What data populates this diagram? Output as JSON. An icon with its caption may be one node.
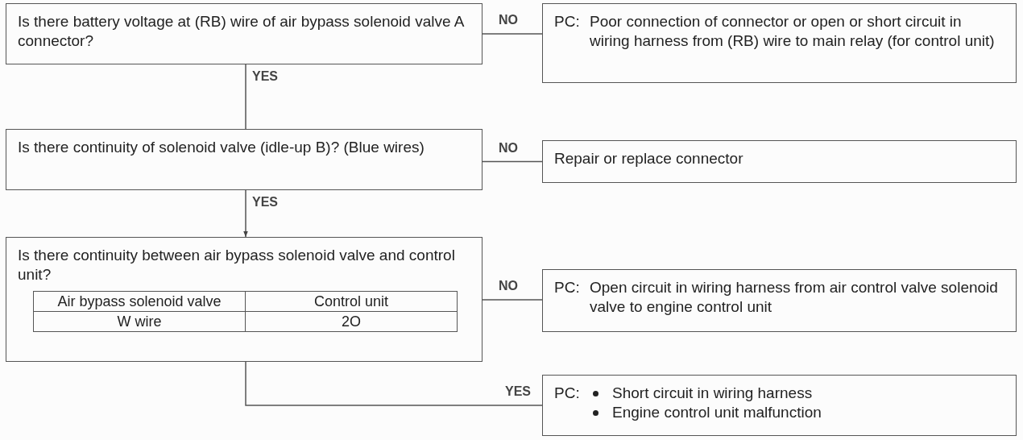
{
  "diagram": {
    "nodes": [
      {
        "text": [
          "Is there battery voltage at (RB) wire of air bypass solenoid valve A connector?"
        ]
      },
      {
        "text": [
          "PC:",
          "Poor connection of connector or open or short circuit in wiring harness from (RB) wire to main relay (for control unit)"
        ]
      },
      {
        "text": [
          "Is there continuity of solenoid valve (idle-up B)? (Blue wires)"
        ]
      },
      {
        "text": [
          "Repair or replace connector"
        ]
      },
      {
        "text": [
          "Is there continuity between air bypass solenoid valve and control unit?"
        ]
      },
      {
        "text": [
          "PC:",
          "Open circuit in wiring harness from air control valve solenoid valve to engine control unit"
        ]
      },
      {
        "text": [
          "PC:",
          "Short circuit in wiring harness",
          "Engine control unit malfunction"
        ]
      }
    ],
    "edges": [
      {
        "from": 0,
        "to": 1,
        "arrow": "none",
        "label": "NO"
      },
      {
        "from": 0,
        "to": 2,
        "arrow": "none",
        "label": "YES"
      },
      {
        "from": 2,
        "to": 3,
        "arrow": "none",
        "label": "NO"
      },
      {
        "from": 2,
        "to": 4,
        "arrow": "to",
        "label": "YES"
      },
      {
        "from": 4,
        "to": 5,
        "arrow": "none",
        "label": "NO"
      },
      {
        "from": 4,
        "to": 6,
        "arrow": "none",
        "label": "YES"
      }
    ],
    "labels": [
      "Air bypass solenoid valve",
      "Control unit",
      "W wire",
      "2O"
    ]
  }
}
